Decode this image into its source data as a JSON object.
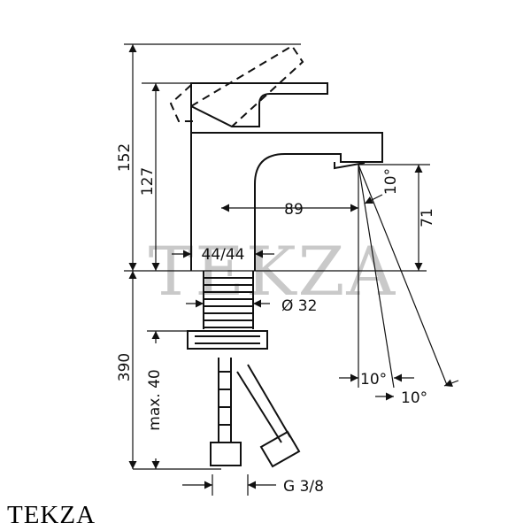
{
  "watermark": "TEKZA",
  "brand_label": "TEKZA",
  "dimensions": {
    "total_height": "152",
    "spout_height": "127",
    "reach": "89",
    "outlet_height": "71",
    "outlet_angle": "10°",
    "body_size": "44/44",
    "shank_diameter": "Ø 32",
    "hose_length": "390",
    "max_thickness": "max. 40",
    "spray_angle_1": "10°",
    "spray_angle_2": "10°",
    "connection": "G 3/8"
  },
  "colors": {
    "line": "#111111",
    "watermark": "#c9c9c9"
  }
}
